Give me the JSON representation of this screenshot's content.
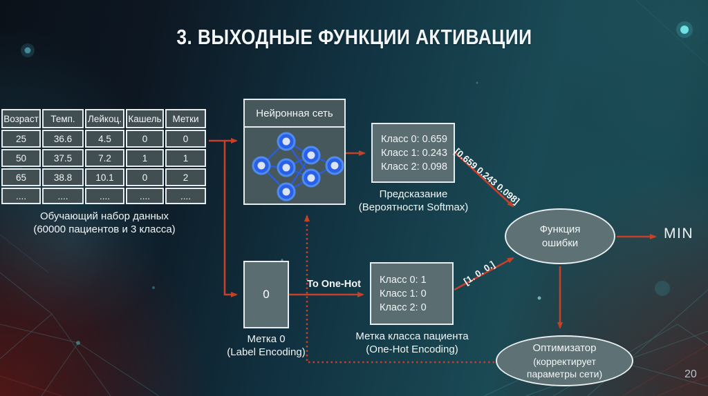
{
  "slide": {
    "title": "3. ВЫХОДНЫЕ ФУНКЦИИ АКТИВАЦИИ",
    "page_number": "20"
  },
  "table": {
    "headers": [
      "Возраст",
      "Темп.",
      "Лейкоц.",
      "Кашель",
      "Метки"
    ],
    "rows": [
      [
        "25",
        "36.6",
        "4.5",
        "0",
        "0"
      ],
      [
        "50",
        "37.5",
        "7.2",
        "1",
        "1"
      ],
      [
        "65",
        "38.8",
        "10.1",
        "0",
        "2"
      ],
      [
        "....",
        "....",
        "....",
        "....",
        "...."
      ]
    ],
    "caption_line1": "Обучающий набор данных",
    "caption_line2": "(60000 пациентов и 3 класса)"
  },
  "network": {
    "title": "Нейронная сеть"
  },
  "prediction": {
    "lines": [
      "Класс 0: 0.659",
      "Класс 1: 0.243",
      "Класс 2: 0.098"
    ],
    "caption_line1": "Предсказание",
    "caption_line2": "(Вероятности Softmax)"
  },
  "label_encoding": {
    "value": "0",
    "caption_line1": "Метка 0",
    "caption_line2": "(Label Encoding)"
  },
  "one_hot": {
    "lines": [
      "Класс 0: 1",
      "Класс 1: 0",
      "Класс 2: 0"
    ],
    "caption_line1": "Метка класса пациента",
    "caption_line2": "(One-Hot Encoding)"
  },
  "error_function": {
    "line1": "Функция",
    "line2": "ошибки"
  },
  "optimizer": {
    "line1": "Оптимизатор",
    "line2": "(корректирует",
    "line3": "параметры сети)"
  },
  "arrows": {
    "softmax_vector": "[0.659 0.243 0.098]",
    "onehot_vector": "[1. 0. 0.]",
    "to_one_hot": "To One-Hot",
    "min_label": "MIN"
  },
  "colors": {
    "arrow": "#c5412a",
    "node_blue": "#2a5fe8",
    "box_fill": "#5a6d71",
    "network_box_fill": "#47585c",
    "ellipse_fill": "#5e7276",
    "border": "#e8eef0",
    "background_dark": "#0b1119",
    "background_teal": "#1d4d55",
    "table_cell_fill": "#414e52"
  }
}
